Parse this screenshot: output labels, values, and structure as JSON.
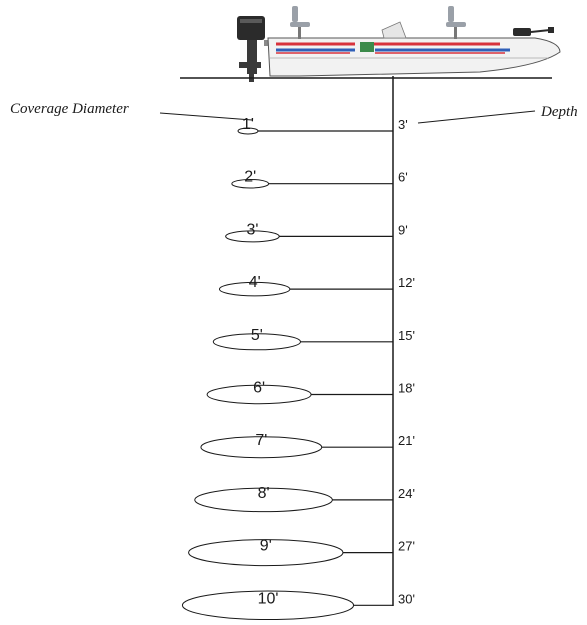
{
  "labels": {
    "coverage_diameter": "Coverage Diameter",
    "depth": "Depth"
  },
  "rows": [
    {
      "diameter": "1'",
      "depth": "3'"
    },
    {
      "diameter": "2'",
      "depth": "6'"
    },
    {
      "diameter": "3'",
      "depth": "9'"
    },
    {
      "diameter": "4'",
      "depth": "12'"
    },
    {
      "diameter": "5'",
      "depth": "15'"
    },
    {
      "diameter": "6'",
      "depth": "18'"
    },
    {
      "diameter": "7'",
      "depth": "21'"
    },
    {
      "diameter": "8'",
      "depth": "24'"
    },
    {
      "diameter": "9'",
      "depth": "27'"
    },
    {
      "diameter": "10'",
      "depth": "30'"
    }
  ],
  "colors": {
    "line": "#1a1a1a",
    "hull_stripe_red": "#d8323c",
    "hull_stripe_blue": "#2f5fb8",
    "hull": "#f2f2f2"
  }
}
